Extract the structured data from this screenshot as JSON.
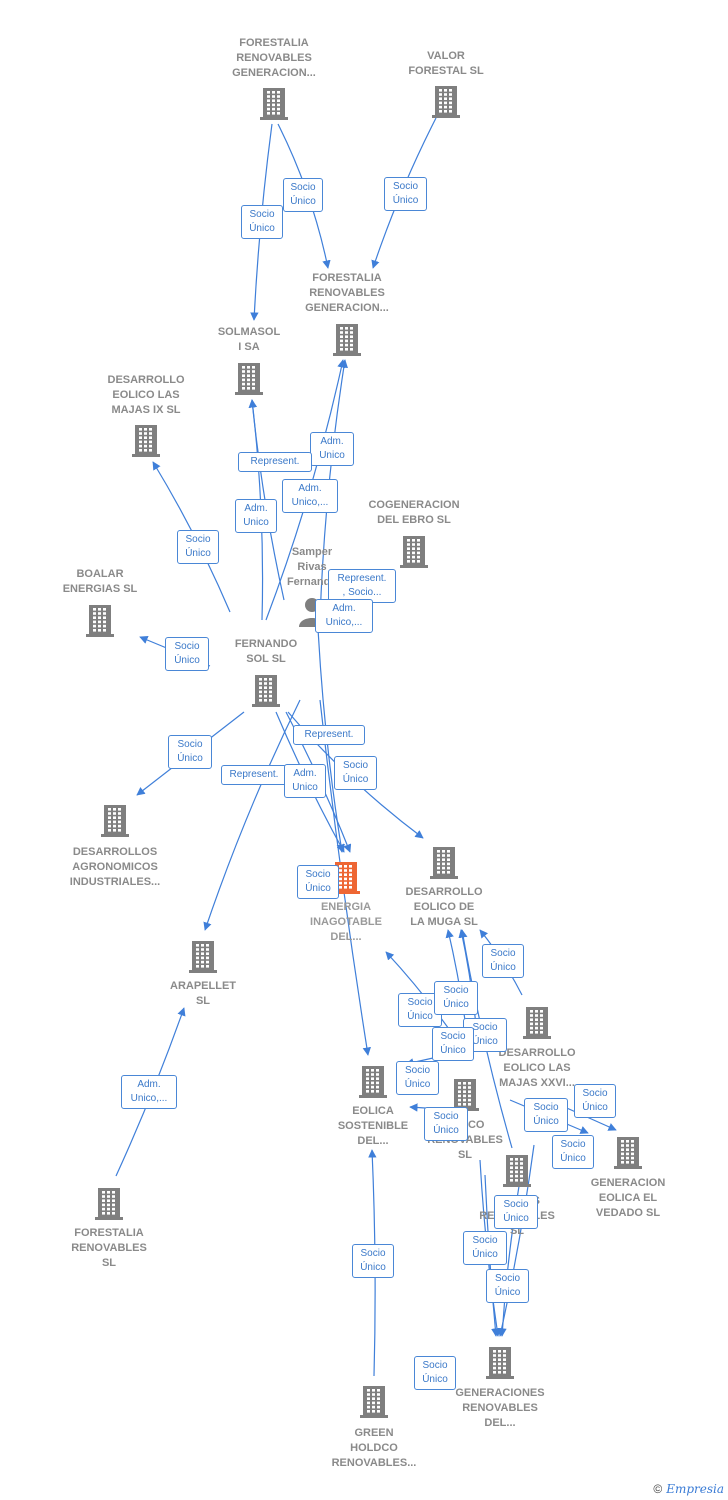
{
  "colors": {
    "edge": "#3f7fd9",
    "building": "#7f7f7f",
    "focus_building": "#ee6633",
    "person": "#7f7f7f",
    "tag_border": "#4a87d6",
    "tag_text": "#3a78c8",
    "label": "#8a8a8a"
  },
  "nodes": [
    {
      "id": "forestalia_top",
      "type": "company",
      "label": "FORESTALIA\nRENOVABLES\nGENERACION..."
    },
    {
      "id": "valor_forestal",
      "type": "company",
      "label": "VALOR\nFORESTAL SL"
    },
    {
      "id": "forestalia_mid",
      "type": "company",
      "label": "FORESTALIA\nRENOVABLES\nGENERACION..."
    },
    {
      "id": "solmasol",
      "type": "company",
      "label": "SOLMASOL\nI SA"
    },
    {
      "id": "desarrollo_ix",
      "type": "company",
      "label": "DESARROLLO\nEOLICO LAS\nMAJAS IX  SL"
    },
    {
      "id": "cogeneracion",
      "type": "company",
      "label": "COGENERACION\nDEL EBRO  SL"
    },
    {
      "id": "samper",
      "type": "person",
      "label": "Samper\nRivas\nFernando"
    },
    {
      "id": "boalar",
      "type": "company",
      "label": "BOALAR\nENERGIAS  SL"
    },
    {
      "id": "fernando_sol",
      "type": "company",
      "label": "FERNANDO\nSOL SL"
    },
    {
      "id": "desarrollos_agro",
      "type": "company",
      "label": "DESARROLLOS\nAGRONOMICOS\nINDUSTRIALES..."
    },
    {
      "id": "energia",
      "type": "focus",
      "label": "ENERGIA\nINAGOTABLE\nDEL..."
    },
    {
      "id": "muga",
      "type": "company",
      "label": "DESARROLLO\nEOLICO DE\nLA MUGA SL"
    },
    {
      "id": "arapellet",
      "type": "company",
      "label": "ARAPELLET\nSL"
    },
    {
      "id": "majas_xxvi",
      "type": "company",
      "label": "DESARROLLO\nEOLICO LAS\nMAJAS XXVI..."
    },
    {
      "id": "eolica_sostenible",
      "type": "company",
      "label": "EOLICA\nSOSTENIBLE\nDEL..."
    },
    {
      "id": "parco",
      "type": "company",
      "label": "PARCO\nRENOVABLES\nSL"
    },
    {
      "id": "el_vedado",
      "type": "company",
      "label": "GENERACION\nEOLICA EL\nVEDADO SL"
    },
    {
      "id": "clarus",
      "type": "company",
      "label": "CLARUS\nRENOVABLES\nSL"
    },
    {
      "id": "forestalia_bottom",
      "type": "company",
      "label": "FORESTALIA\nRENOVABLES\nSL"
    },
    {
      "id": "generaciones",
      "type": "company",
      "label": "GENERACIONES\nRENOVABLES\nDEL..."
    },
    {
      "id": "green_holdco",
      "type": "company",
      "label": "GREEN\nHOLDCO\nRENOVABLES..."
    }
  ],
  "tags": [
    "Socio\nÚnico",
    "Socio\nÚnico",
    "Socio\nÚnico",
    "Adm.\nUnico",
    "Represent.",
    "Adm.\nUnico,...",
    "Adm.\nUnico",
    "Represent.\n, Socio...",
    "Adm.\nUnico,...",
    "Socio\nÚnico",
    "Socio\nÚnico",
    "Socio\nÚnico",
    "Represent.",
    "Represent.",
    "Adm.\nUnico",
    "Socio\nÚnico",
    "Socio\nÚnico",
    "Socio\nÚnico",
    "Socio\nÚnico",
    "Socio\nÚnico",
    "Socio\nÚnico",
    "Socio\nÚnico",
    "Socio\nÚnico",
    "Socio\nÚnico",
    "Socio\nÚnico",
    "Socio\nÚnico",
    "Socio\nÚnico",
    "Socio\nÚnico",
    "Socio\nÚnico",
    "Socio\nÚnico",
    "Socio\nÚnico",
    "Adm.\nUnico,...",
    "Socio\nÚnico",
    "Socio\nÚnico"
  ],
  "footer": {
    "copyright": "©",
    "brand": "Empresia"
  }
}
